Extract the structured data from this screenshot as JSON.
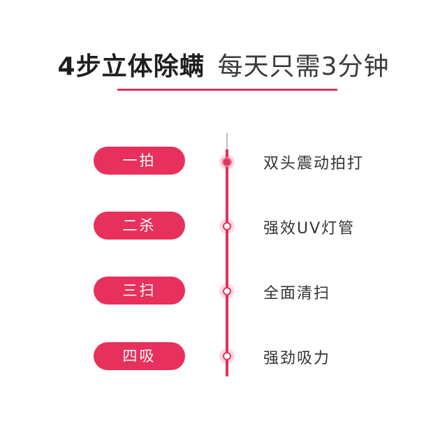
{
  "title": {
    "bold": "4步立体除螨",
    "light": "每天只需3分钟"
  },
  "colors": {
    "accent": "#e7305b",
    "text": "#333333"
  },
  "steps": [
    {
      "label": "一拍",
      "description": "双头震动拍打"
    },
    {
      "label": "二杀",
      "description": "强效UV灯管"
    },
    {
      "label": "三扫",
      "description": "全面清扫"
    },
    {
      "label": "四吸",
      "description": "强劲吸力"
    }
  ]
}
